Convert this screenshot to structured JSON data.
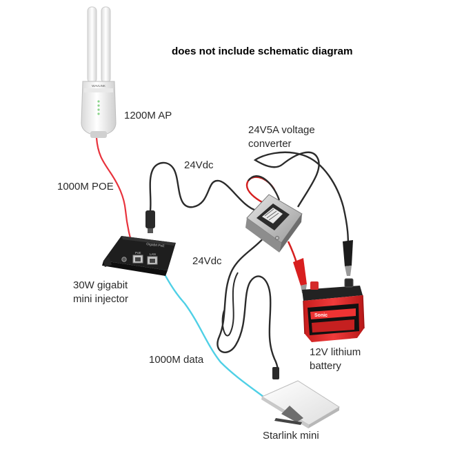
{
  "diagram": {
    "note": "does not include schematic diagram",
    "components": {
      "ap": {
        "label": "1200M AP",
        "badge": "WAVLINK"
      },
      "injector": {
        "label_line1": "30W gigabit",
        "label_line2": "mini injector",
        "port_poe": "PoE",
        "port_lan": "LAN",
        "top_text": "Gigabit PoE"
      },
      "converter": {
        "label_line1": "24V5A voltage",
        "label_line2": "converter"
      },
      "battery": {
        "label_line1": "12V lithium",
        "label_line2": "battery",
        "brand": "Sonic"
      },
      "dish": {
        "label": "Starlink mini"
      }
    },
    "cables": {
      "poe_cable": "1000M POE",
      "dc_input": "24Vdc",
      "dc_output": "24Vdc",
      "data_cable": "1000M data"
    },
    "colors": {
      "poe_cable": "#e8323c",
      "data_cable": "#4fd0e6",
      "dc_wire": "#2b2b2b",
      "red_lead": "#d62020",
      "battery_body": "#e02a2a",
      "battery_top": "#1c1c1c"
    }
  }
}
